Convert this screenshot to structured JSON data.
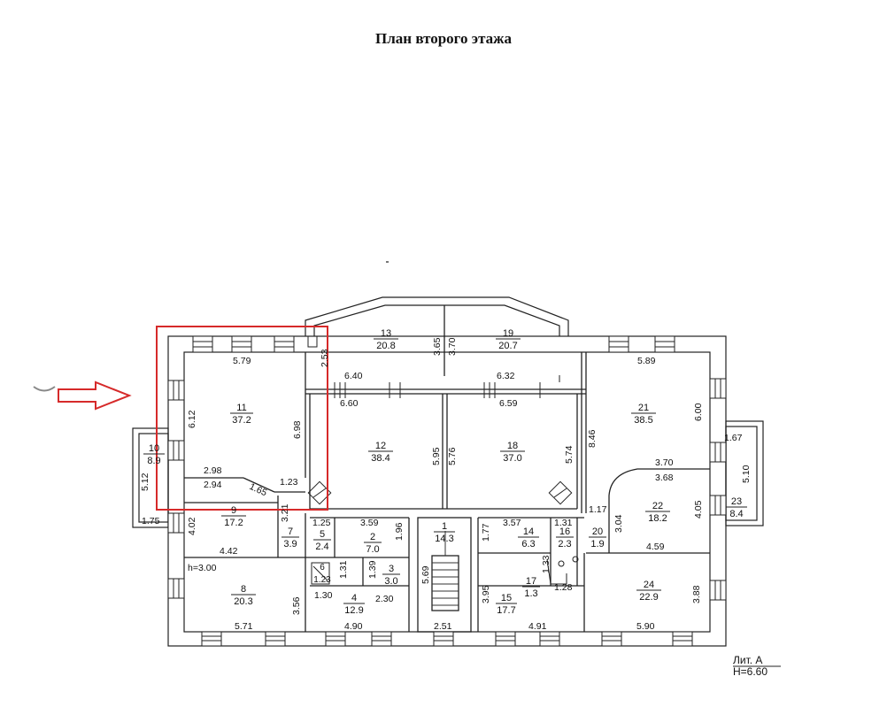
{
  "title": "План второго этажа",
  "footer": {
    "lit": "Лит. А",
    "height": "Н=6.60"
  },
  "highlight_color": "#d62a2a",
  "arrow": {
    "icon": "right-arrow-icon",
    "color": "#d62a2a"
  },
  "rooms": {
    "r1": {
      "num": "1",
      "area": "14.3"
    },
    "r2": {
      "num": "2",
      "area": "7.0"
    },
    "r3": {
      "num": "3",
      "area": "3.0"
    },
    "r4": {
      "num": "4",
      "area": "12.9"
    },
    "r5": {
      "num": "5",
      "area": "2.4"
    },
    "r6": {
      "num": "6",
      "area": "1.23"
    },
    "r7": {
      "num": "7",
      "area": "3.9"
    },
    "r8": {
      "num": "8",
      "area": "20.3"
    },
    "r9": {
      "num": "9",
      "area": "17.2"
    },
    "r10": {
      "num": "10",
      "area": "8.9"
    },
    "r11": {
      "num": "11",
      "area": "37.2"
    },
    "r12": {
      "num": "12",
      "area": "38.4"
    },
    "r13": {
      "num": "13",
      "area": "20.8"
    },
    "r14": {
      "num": "14",
      "area": "6.3"
    },
    "r15": {
      "num": "15",
      "area": "17.7"
    },
    "r16": {
      "num": "16",
      "area": "2.3"
    },
    "r17": {
      "num": "17",
      "area": "1.3"
    },
    "r18": {
      "num": "18",
      "area": "37.0"
    },
    "r19": {
      "num": "19",
      "area": "20.7"
    },
    "r20": {
      "num": "20",
      "area": "1.9"
    },
    "r21": {
      "num": "21",
      "area": "38.5"
    },
    "r22": {
      "num": "22",
      "area": "18.2"
    },
    "r23": {
      "num": "23",
      "area": "8.4"
    },
    "r24": {
      "num": "24",
      "area": "22.9"
    }
  },
  "dims": {
    "d579": "5.79",
    "d612": "6.12",
    "d698": "6.98",
    "d298": "2.98",
    "d294": "2.94",
    "d165": "1.65",
    "d123": "1.23",
    "d402": "4.02",
    "d321": "3.21",
    "d442": "4.42",
    "h300": "h=3.00",
    "d356": "3.56",
    "d571": "5.71",
    "d512": "5.12",
    "d175": "1.75",
    "d253": "2.53",
    "d640": "6.40",
    "d365": "3.65",
    "d370a": "3.70",
    "d632": "6.32",
    "d660": "6.60",
    "d659": "6.59",
    "d595": "5.95",
    "d576": "5.76",
    "d574": "5.74",
    "d125": "1.25",
    "d359": "3.59",
    "d196": "1.96",
    "d131a": "1.31",
    "d139": "1.39",
    "d130": "1.30",
    "d230": "2.30",
    "d490": "4.90",
    "d569": "5.69",
    "d251": "2.51",
    "d177": "1.77",
    "d357": "3.57",
    "d131b": "1.31",
    "d133": "1.33",
    "d128": "1.28",
    "d395": "3.95",
    "d491": "4.91",
    "d117": "1.17",
    "d304": "3.04",
    "d589": "5.89",
    "d846": "8.46",
    "d600": "6.00",
    "d370b": "3.70",
    "d368": "3.68",
    "d405": "4.05",
    "d459": "4.59",
    "d167": "1.67",
    "d510": "5.10",
    "d388": "3.88",
    "d590": "5.90"
  }
}
